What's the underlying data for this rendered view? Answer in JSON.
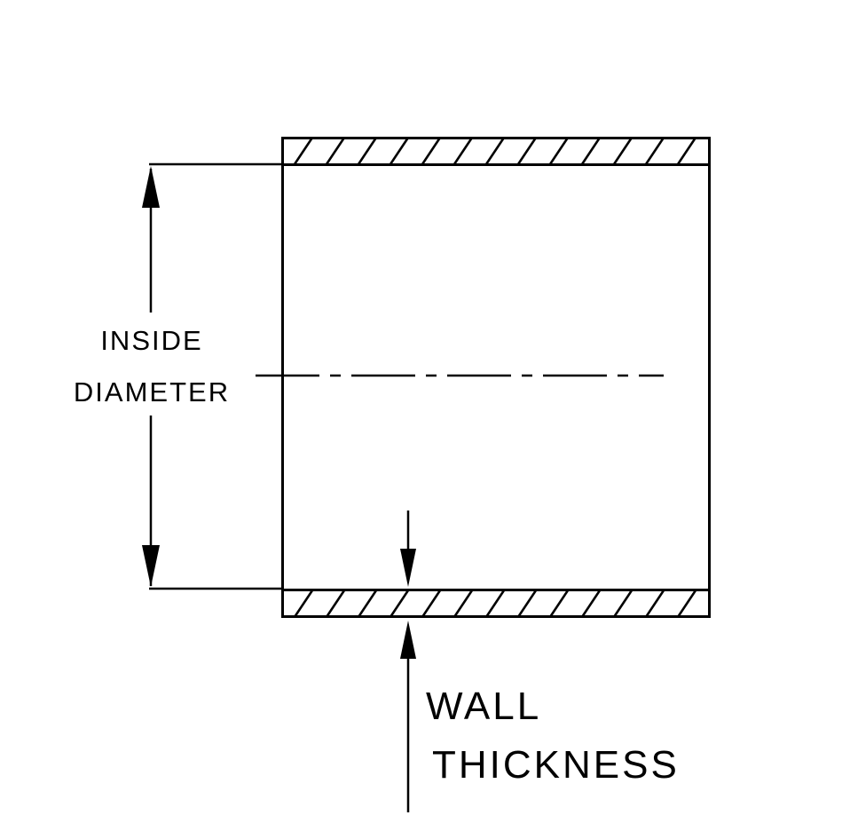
{
  "diagram": {
    "labels": {
      "inside_diameter_line1": "INSIDE",
      "inside_diameter_line2": "DIAMETER",
      "wall_thickness_line1": "WALL",
      "wall_thickness_line2": "THICKNESS"
    },
    "colors": {
      "line": "#000000",
      "background": "#ffffff"
    }
  }
}
